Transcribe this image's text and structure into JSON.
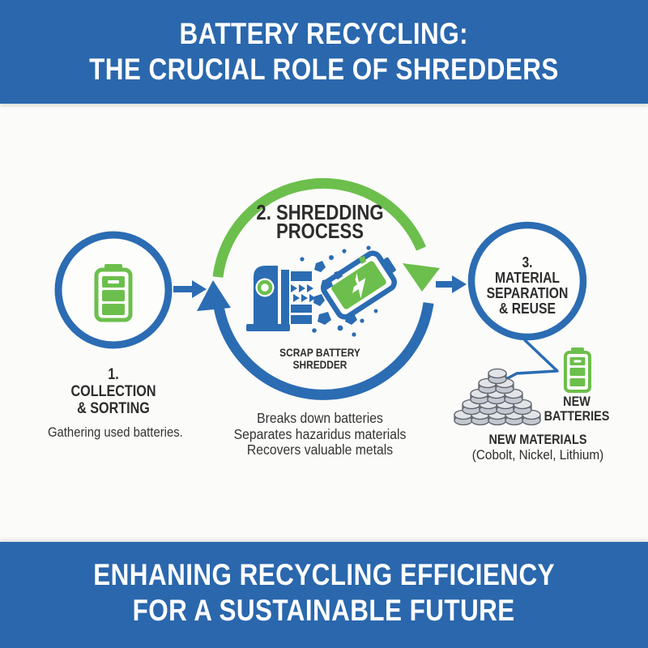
{
  "header": {
    "line1": "BATTERY RECYCLING:",
    "line2": "THE CRUCIAL ROLE OF SHREDDERS"
  },
  "footer": {
    "line1": "ENHANING RECYCLING EFFICIENCY",
    "line2": "FOR A SUSTAINABLE FUTURE"
  },
  "steps": {
    "collection": {
      "number": "1.",
      "title1": "COLLECTION",
      "title2": "& SORTING",
      "caption": "Gathering used batteries.",
      "icon": "battery-icon"
    },
    "shredding": {
      "title1": "2. SHREDDING",
      "title2": "PROCESS",
      "machine1": "SCRAP BATTERY",
      "machine2": "SHREDDER",
      "icon": "shredder-icon",
      "bullets": [
        "Breaks down batteries",
        "Separates hazaridus materials",
        "Recovers valuable metals"
      ]
    },
    "separation": {
      "number": "3.",
      "title1": "MATERIAL",
      "title2": "SEPARATION",
      "title3": "& REUSE",
      "new_batteries1": "NEW",
      "new_batteries2": "BATTERIES",
      "new_materials": "NEW MATERIALS",
      "new_materials_detail": "(Cobolt, Nickel, Lithium)",
      "icons": [
        "coin-pile-icon",
        "new-battery-icon"
      ]
    }
  },
  "colors": {
    "banner_blue": "#2a67ad",
    "diagram_blue": "#2b6cb3",
    "green": "#6cbf4c",
    "text_dark": "#2d2d2d",
    "coin_gray": "#c3c8d0"
  }
}
